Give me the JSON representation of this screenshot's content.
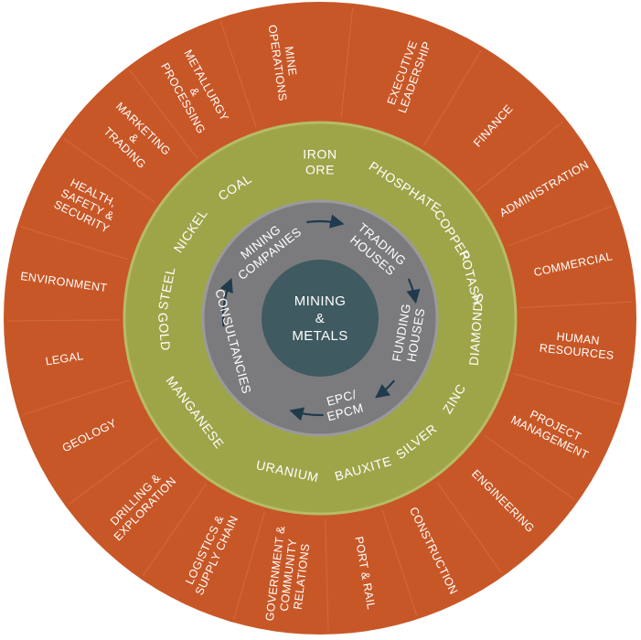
{
  "colors": {
    "outer_ring": "#c85727",
    "outer_divider": "#d9784d",
    "middle_ring": "#9ea549",
    "middle_edge": "#b6bc66",
    "inner_ring": "#7b7b7e",
    "inner_edge": "#9a9a9d",
    "core": "#3f5a60",
    "arrow": "#1f3b4d",
    "text": "#ffffff"
  },
  "core": {
    "lines": [
      "MINING",
      "&",
      "METALS"
    ]
  },
  "inner_ring": {
    "items": [
      {
        "lines": [
          "MINING",
          "COMPANIES"
        ]
      },
      {
        "lines": [
          "TRADING",
          "HOUSES"
        ]
      },
      {
        "lines": [
          "FUNDING",
          "HOUSES"
        ]
      },
      {
        "lines": [
          "EPC/",
          "EPCM"
        ]
      },
      {
        "lines": [
          "CONSULTANCIES"
        ]
      }
    ]
  },
  "middle_ring": {
    "items": [
      {
        "lines": [
          "IRON",
          "ORE"
        ]
      },
      {
        "lines": [
          "PHOSPHATE"
        ]
      },
      {
        "lines": [
          "COPPER"
        ]
      },
      {
        "lines": [
          "POTASH"
        ]
      },
      {
        "lines": [
          "DIAMONDS"
        ]
      },
      {
        "lines": [
          "ZINC"
        ]
      },
      {
        "lines": [
          "SILVER"
        ]
      },
      {
        "lines": [
          "BAUXITE"
        ]
      },
      {
        "lines": [
          "URANIUM"
        ]
      },
      {
        "lines": [
          "MANGANESE"
        ]
      },
      {
        "lines": [
          "GOLD"
        ]
      },
      {
        "lines": [
          "STEEL"
        ]
      },
      {
        "lines": [
          "NICKEL"
        ]
      },
      {
        "lines": [
          "COAL"
        ]
      }
    ]
  },
  "outer_ring": {
    "items": [
      {
        "lines": [
          "EXECUTIVE",
          "LEADERSHIP"
        ]
      },
      {
        "lines": [
          "FINANCE"
        ]
      },
      {
        "lines": [
          "ADMINISTRATION"
        ]
      },
      {
        "lines": [
          "COMMERCIAL"
        ]
      },
      {
        "lines": [
          "HUMAN",
          "RESOURCES"
        ]
      },
      {
        "lines": [
          "PROJECT",
          "MANAGEMENT"
        ]
      },
      {
        "lines": [
          "ENGINEERING"
        ]
      },
      {
        "lines": [
          "CONSTRUCTION"
        ]
      },
      {
        "lines": [
          "PORT & RAIL"
        ]
      },
      {
        "lines": [
          "GOVERNMENT &",
          "COMMUNITY",
          "RELATIONS"
        ]
      },
      {
        "lines": [
          "LOGISTICS &",
          "SUPPLY CHAIN"
        ]
      },
      {
        "lines": [
          "DRILLING &",
          "EXPLORATION"
        ]
      },
      {
        "lines": [
          "GEOLOGY"
        ]
      },
      {
        "lines": [
          "LEGAL"
        ]
      },
      {
        "lines": [
          "ENVIRONMENT"
        ]
      },
      {
        "lines": [
          "HEALTH,",
          "SAFETY &",
          "SECURITY"
        ]
      },
      {
        "lines": [
          "MARKETING",
          "&",
          "TRADING"
        ]
      },
      {
        "lines": [
          "METALLURGY",
          "&",
          "PROCESSING"
        ]
      },
      {
        "lines": [
          "MINE",
          "OPERATIONS"
        ]
      }
    ]
  }
}
